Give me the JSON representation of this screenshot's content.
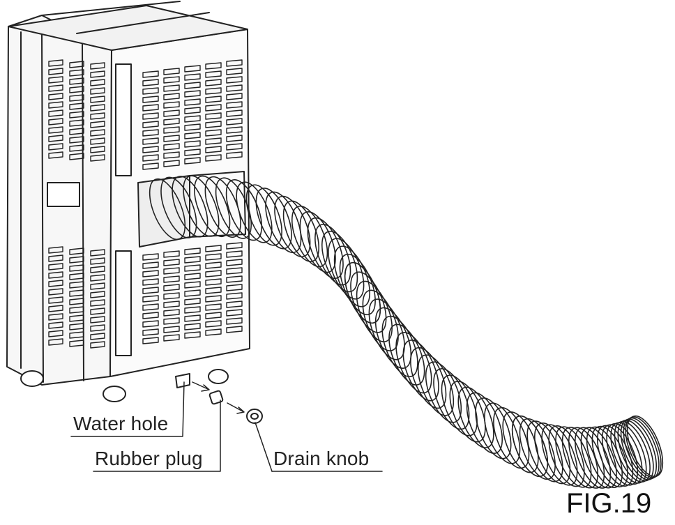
{
  "labels": {
    "water_hole": "Water hole",
    "rubber_plug": "Rubber plug",
    "drain_knob": "Drain knob"
  },
  "figure": "FIG.19",
  "colors": {
    "line": "#222222",
    "background": "#ffffff"
  }
}
